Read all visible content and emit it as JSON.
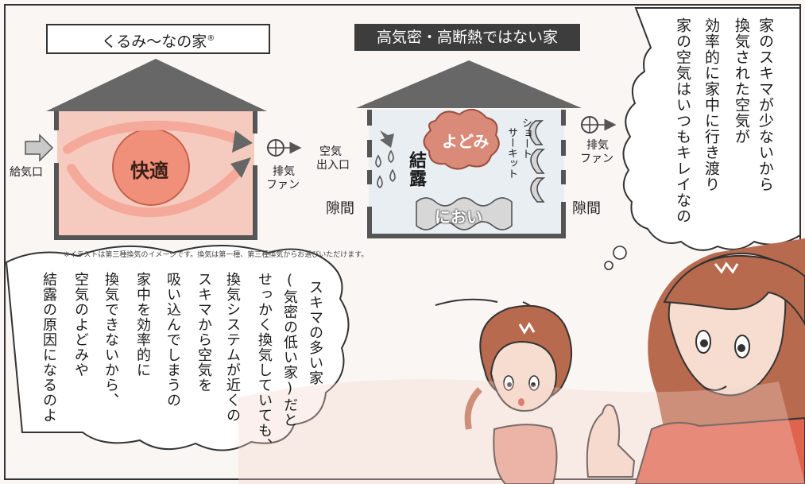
{
  "left_house": {
    "title": "くるみ〜なの家",
    "title_mark": "®",
    "center_label": "快適",
    "intake_label": "給気口",
    "fan_label_line1": "排気",
    "fan_label_line2": "ファン"
  },
  "right_house": {
    "title": "高気密・高断熱ではない家",
    "stagnation_label": "よどみ",
    "odor_label": "におい",
    "condensation_label": "結露",
    "opening_label_line1": "空気",
    "opening_label_line2": "出入口",
    "gap_label_left": "隙間",
    "gap_label_right": "隙間",
    "short_circuit_col1": "ショート",
    "short_circuit_col2": "サーキット",
    "fan_label_line1": "排気",
    "fan_label_line2": "ファン"
  },
  "footnote": "※イラストは第三種換気のイメージです。換気は第一種、第三種換気からお選びいただけます。",
  "bubble_right": {
    "lines": [
      "家のスキマが少ないから",
      "換気された空気が",
      "効率的に家中に行き渡り",
      "家の空気はいつもキレイなの"
    ]
  },
  "bubble_left": {
    "lines": [
      "スキマの多い家",
      "(気密の低い家)だと",
      "せっかく換気していても、",
      "換気システムが近くの",
      "スキマから空気を",
      "吸い込んでしまうの",
      "家中を効率的に",
      "換気できないから、",
      "空気のよどみや",
      "結露の原因になるのよ"
    ]
  },
  "colors": {
    "roof": "#676767",
    "comfort_fill": "#f6cbbf",
    "comfort_circle": "#f1907a",
    "arrow_pink": "#f4a99a",
    "wall": "#555555",
    "poor_fill": "#e9eef3",
    "cloud": "#d98a78",
    "skin": "#f7ddd0",
    "hair": "#b86a4e"
  }
}
